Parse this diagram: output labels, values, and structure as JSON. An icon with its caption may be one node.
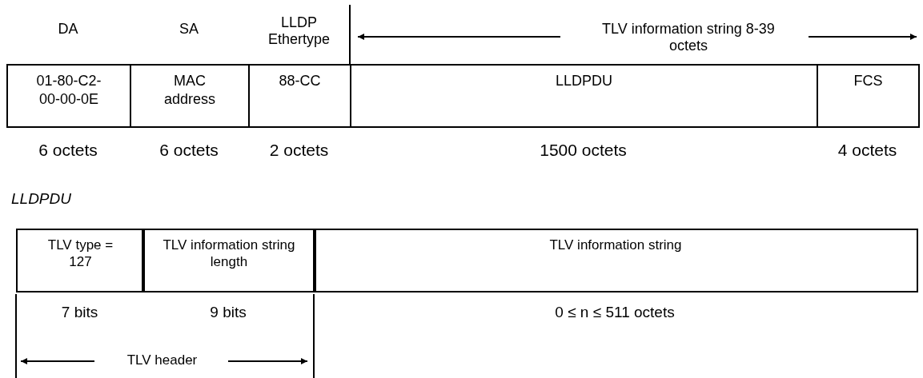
{
  "diagram": {
    "nodes": [
      {
        "text": [
          "DA",
          "01-80-C2-00-00-0E"
        ],
        "beside": [
          "6 octets"
        ]
      },
      {
        "text": [
          "SA",
          "MAC address"
        ],
        "beside": [
          "6 octets"
        ]
      },
      {
        "text": [
          "LLDP Ethertype",
          "88-CC"
        ],
        "beside": [
          "2 octets"
        ]
      },
      {
        "text": [
          "LLDPDU"
        ],
        "beside": [
          "1500 octets"
        ]
      },
      {
        "text": [
          "FCS"
        ],
        "beside": [
          "4 octets"
        ]
      },
      {
        "text": [
          "TLV type = 127"
        ],
        "beside": [
          "7 bits"
        ]
      },
      {
        "text": [
          "TLV information string length"
        ],
        "beside": [
          "9 bits"
        ]
      },
      {
        "text": [
          "TLV information string"
        ],
        "beside": [
          "0 ≤ n ≤ 511 octets"
        ]
      }
    ],
    "labels": [
      "TLV information string 8-39 octets",
      "LLDPDU",
      "TLV header"
    ]
  }
}
